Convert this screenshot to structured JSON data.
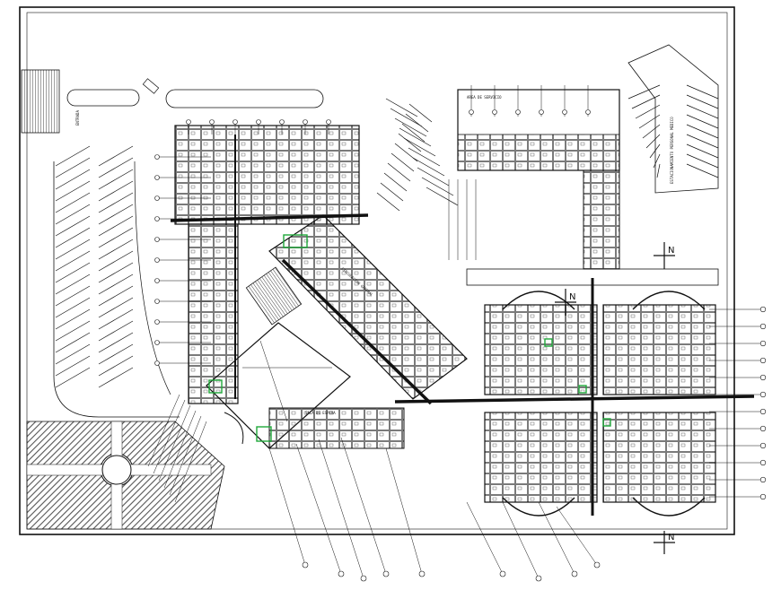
{
  "drawing": {
    "type": "architectural floor plan (CAD line drawing)",
    "palette": {
      "line": "#111111",
      "background": "#ffffff",
      "highlight": "#1fa83a",
      "hatch": "#6a6a6a"
    }
  },
  "labels": {
    "entrance_vertical": "ENTRADA",
    "right_block_vertical": "ESTACIONAMIENTO PERSONAL MEDICO",
    "center_corridor": "CIRCULACION GENERAL",
    "lower_corridor": "SALA DE ESPERA",
    "service_wing": "AREA DE SERVICIO",
    "north_arrow_a": "N",
    "north_arrow_b": "N",
    "north_arrow_c": "N"
  }
}
